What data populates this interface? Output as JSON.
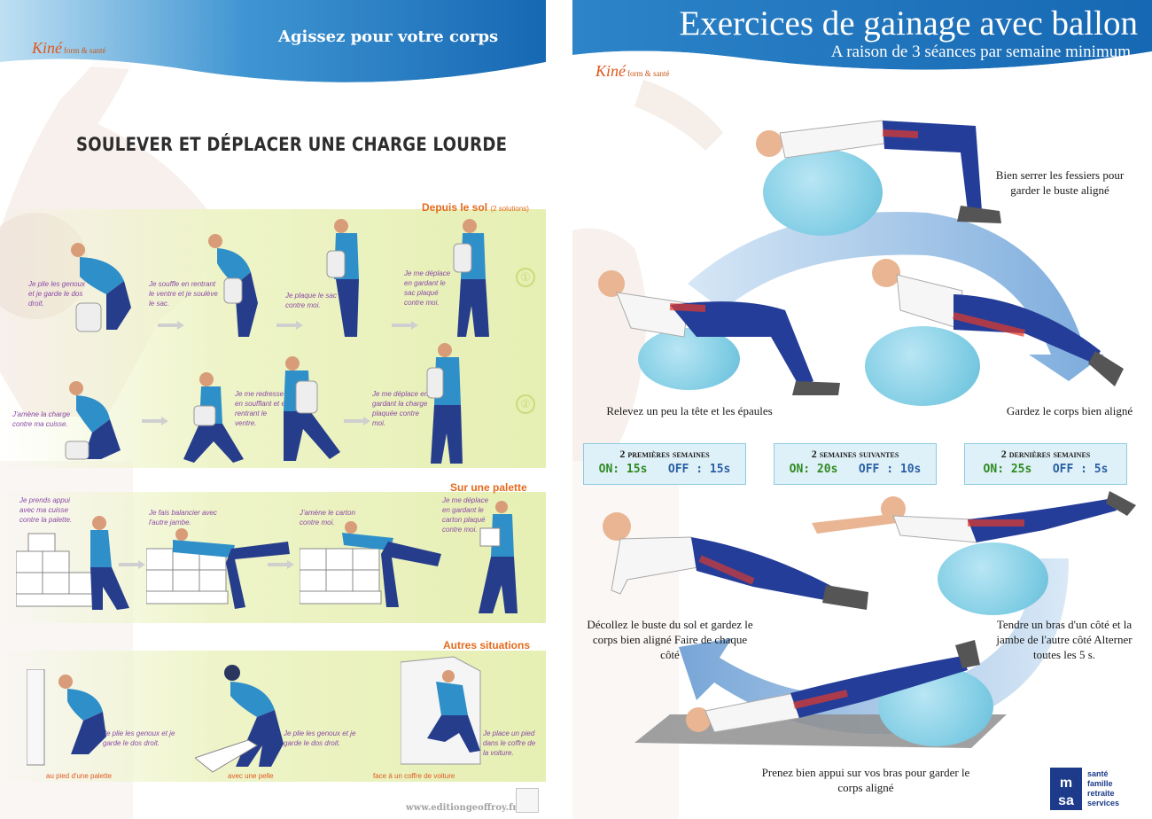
{
  "left": {
    "logo": {
      "name": "Kiné",
      "tagline": "form & santé"
    },
    "header_title": "Agissez pour votre corps",
    "main_title": "SOULEVER ET DÉPLACER UNE CHARGE LOURDE",
    "section1": {
      "title": "Depuis le sol",
      "title_note": "(2 solutions)",
      "row1_number": "①",
      "row2_number": "②",
      "row1_captions": [
        "Je plie les genoux et je garde le dos droit.",
        "Je souffle en rentrant le ventre et je soulève le sac.",
        "Je plaque le sac contre moi.",
        "Je me déplace en gardant le sac plaqué contre moi."
      ],
      "row2_captions": [
        "J'amène la charge contre ma cuisse.",
        "Je me redresse en soufflant et en rentrant le ventre.",
        "Je me déplace en gardant la charge plaquée contre moi."
      ]
    },
    "section2": {
      "title": "Sur une palette",
      "captions": [
        "Je prends appui avec ma cuisse contre la palette.",
        "Je fais balancier avec l'autre jambe.",
        "J'amène le carton contre moi.",
        "Je me déplace en gardant le carton plaqué contre moi."
      ]
    },
    "section3": {
      "title": "Autres situations",
      "captions": [
        "Je plie les genoux et je garde le dos droit.",
        "Je plie les genoux et je garde le dos droit.",
        "Je place un pied dans le coffre de la voiture."
      ],
      "labels": [
        "au pied d'une palette",
        "avec une pelle",
        "face à un coffre de voiture"
      ]
    },
    "footer_url": "www.editiongeoffroy.fr"
  },
  "right": {
    "logo": {
      "name": "Kiné",
      "tagline": "form & santé"
    },
    "title": "Exercices de gainage avec ballon",
    "subtitle": "A raison de 3 séances par semaine minimum",
    "captions": {
      "top": "Bien serrer les fessiers pour garder le buste aligné",
      "left": "Relevez un peu la tête et les épaules",
      "right": "Gardez le corps bien aligné",
      "side_plank": "Décollez le buste du sol et gardez le corps bien aligné Faire de chaque côté",
      "superman": "Tendre un bras d'un côté et la jambe de l'autre côté Alterner toutes les 5 s.",
      "bottom": "Prenez bien appui sur vos bras pour garder le corps aligné"
    },
    "schedule": [
      {
        "title": "2 premières semaines",
        "on": "ON: 15s",
        "off": "OFF : 15s"
      },
      {
        "title": "2 semaines suivantes",
        "on": "ON: 20s",
        "off": "OFF : 10s"
      },
      {
        "title": "2 dernières semaines",
        "on": "ON: 25s",
        "off": "OFF : 5s"
      }
    ],
    "msa_logo": {
      "letters": "msa",
      "words": [
        "santé",
        "famille",
        "retraite",
        "services"
      ]
    }
  },
  "colors": {
    "header_blue": "#1a78c2",
    "accent_orange": "#e36b1e",
    "caption_purple": "#8b4aa6",
    "band_green": "#eef4c8",
    "ball_blue": "#7ccbe3",
    "on_green": "#2f8a22",
    "off_blue": "#2a5fa3"
  }
}
